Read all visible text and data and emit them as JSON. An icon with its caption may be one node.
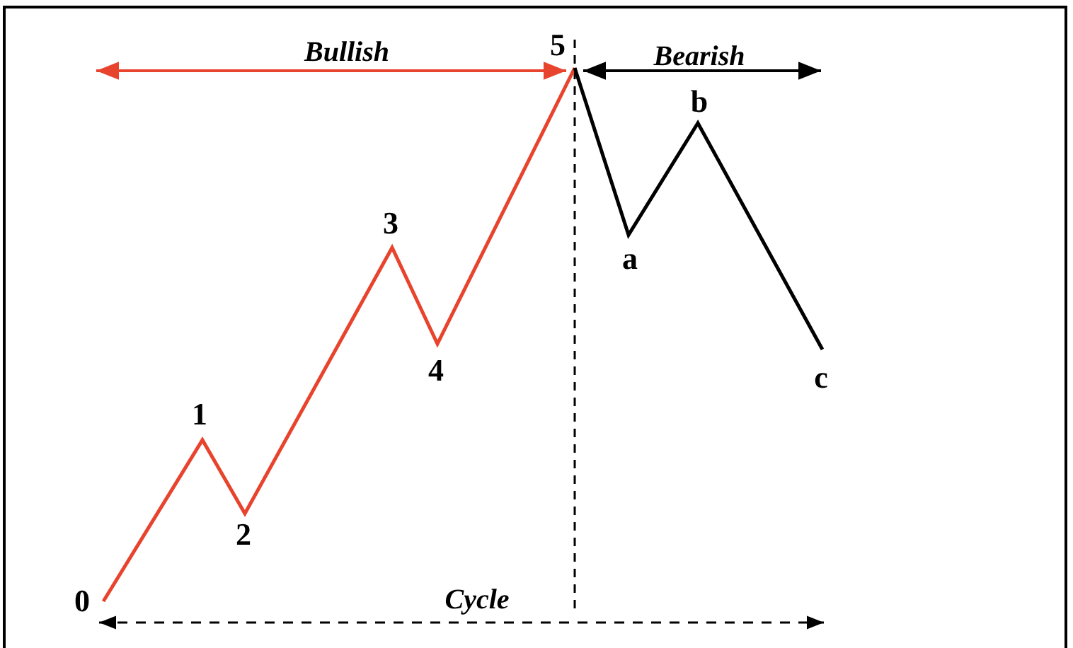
{
  "diagram": {
    "labels": [
      "5",
      "Bullish",
      "Bearish",
      "b",
      "3",
      "a",
      "4",
      "c",
      "1",
      "2",
      "0",
      "Cycle"
    ]
  }
}
